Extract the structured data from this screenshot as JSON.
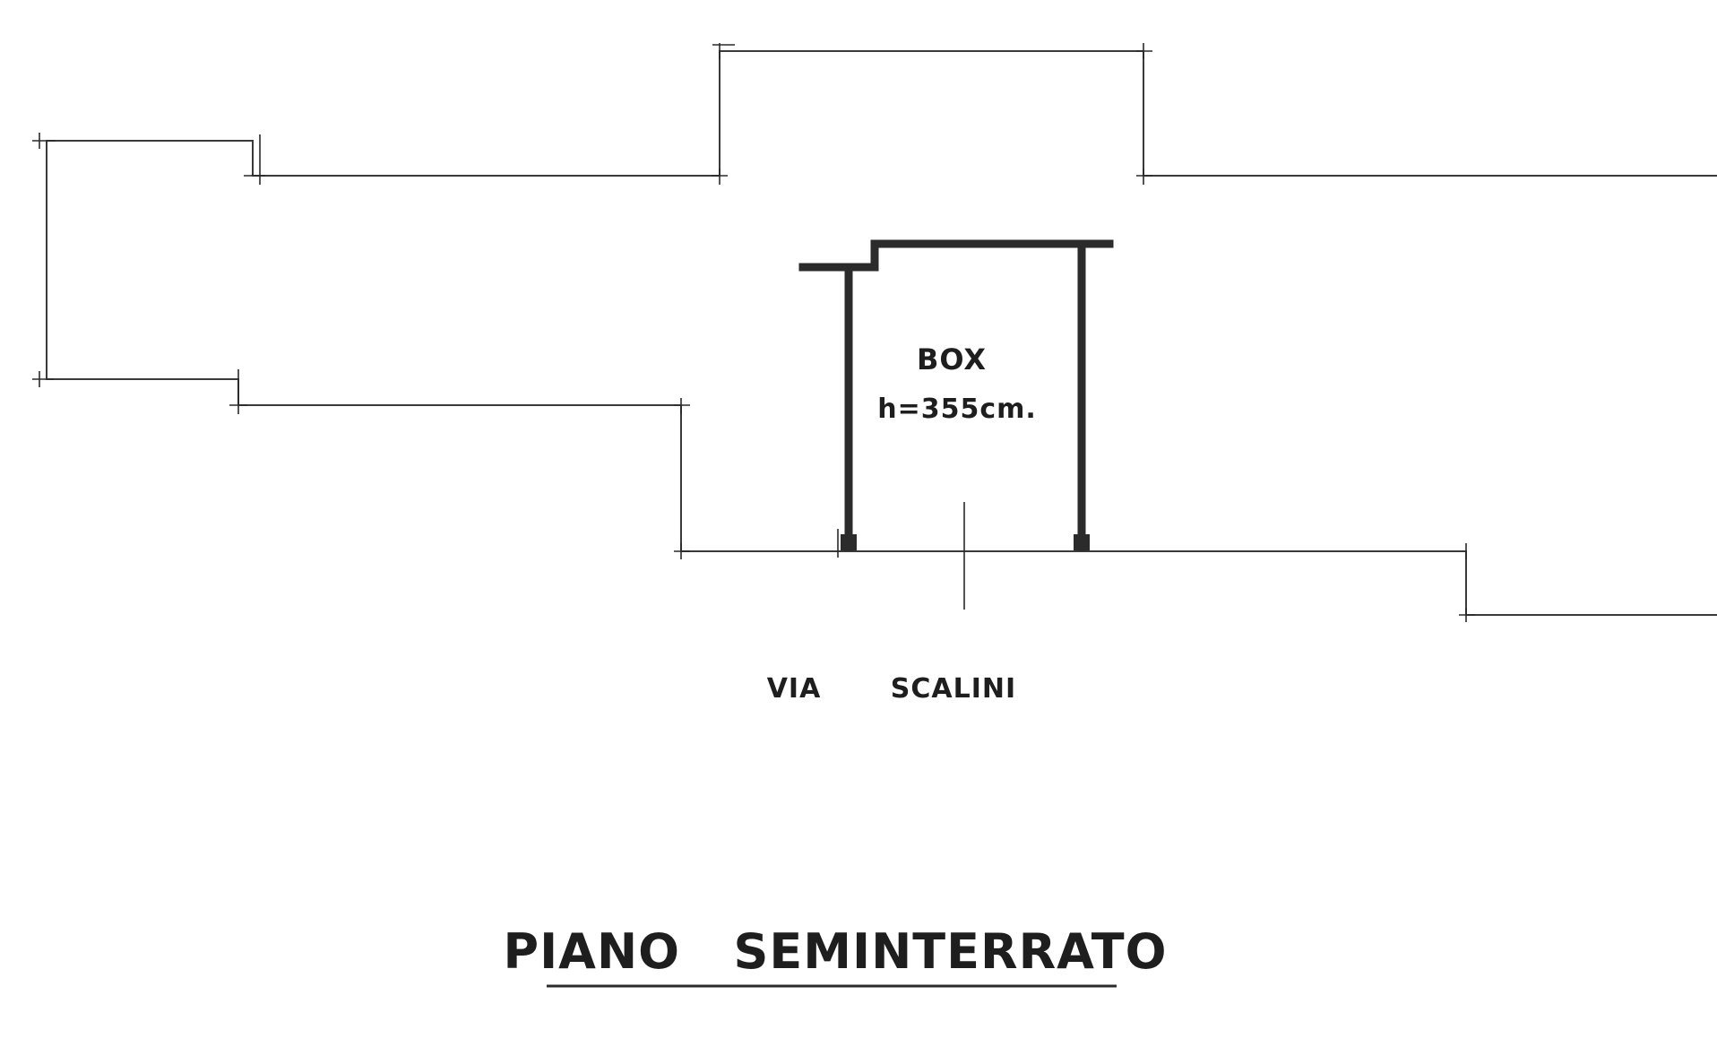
{
  "labels": {
    "room": "BOX",
    "height": "h=355cm.",
    "street": "VIA",
    "steps": "SCALINI",
    "floor_title": "PIANO   SEMINTERRATO"
  },
  "colors": {
    "ink": "#2b2b2b",
    "background": "#ffffff"
  }
}
